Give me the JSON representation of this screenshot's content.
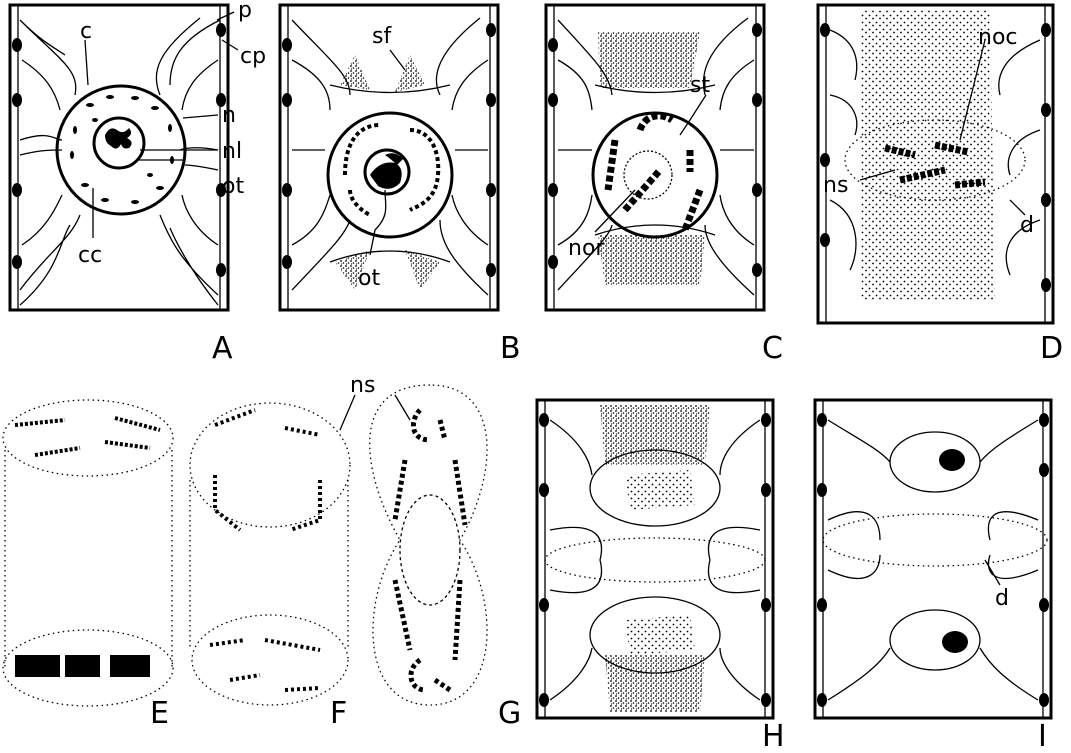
{
  "labels": {
    "a": {
      "p": "p",
      "cp": "cp",
      "c": "c",
      "n": "n",
      "nl": "nl",
      "ot": "ot",
      "cc": "cc",
      "panel": "A"
    },
    "b": {
      "sf": "sf",
      "ot": "ot",
      "panel": "B"
    },
    "c": {
      "st": "st",
      "nor": "nor",
      "panel": "C"
    },
    "d": {
      "noc": "noc",
      "ns": "ns",
      "d": "d",
      "panel": "D"
    },
    "efg": {
      "ns": "ns",
      "panel_e": "E",
      "panel_f": "F",
      "panel_g": "G"
    },
    "h": {
      "panel": "H"
    },
    "i": {
      "d": "d",
      "panel": "I"
    }
  }
}
